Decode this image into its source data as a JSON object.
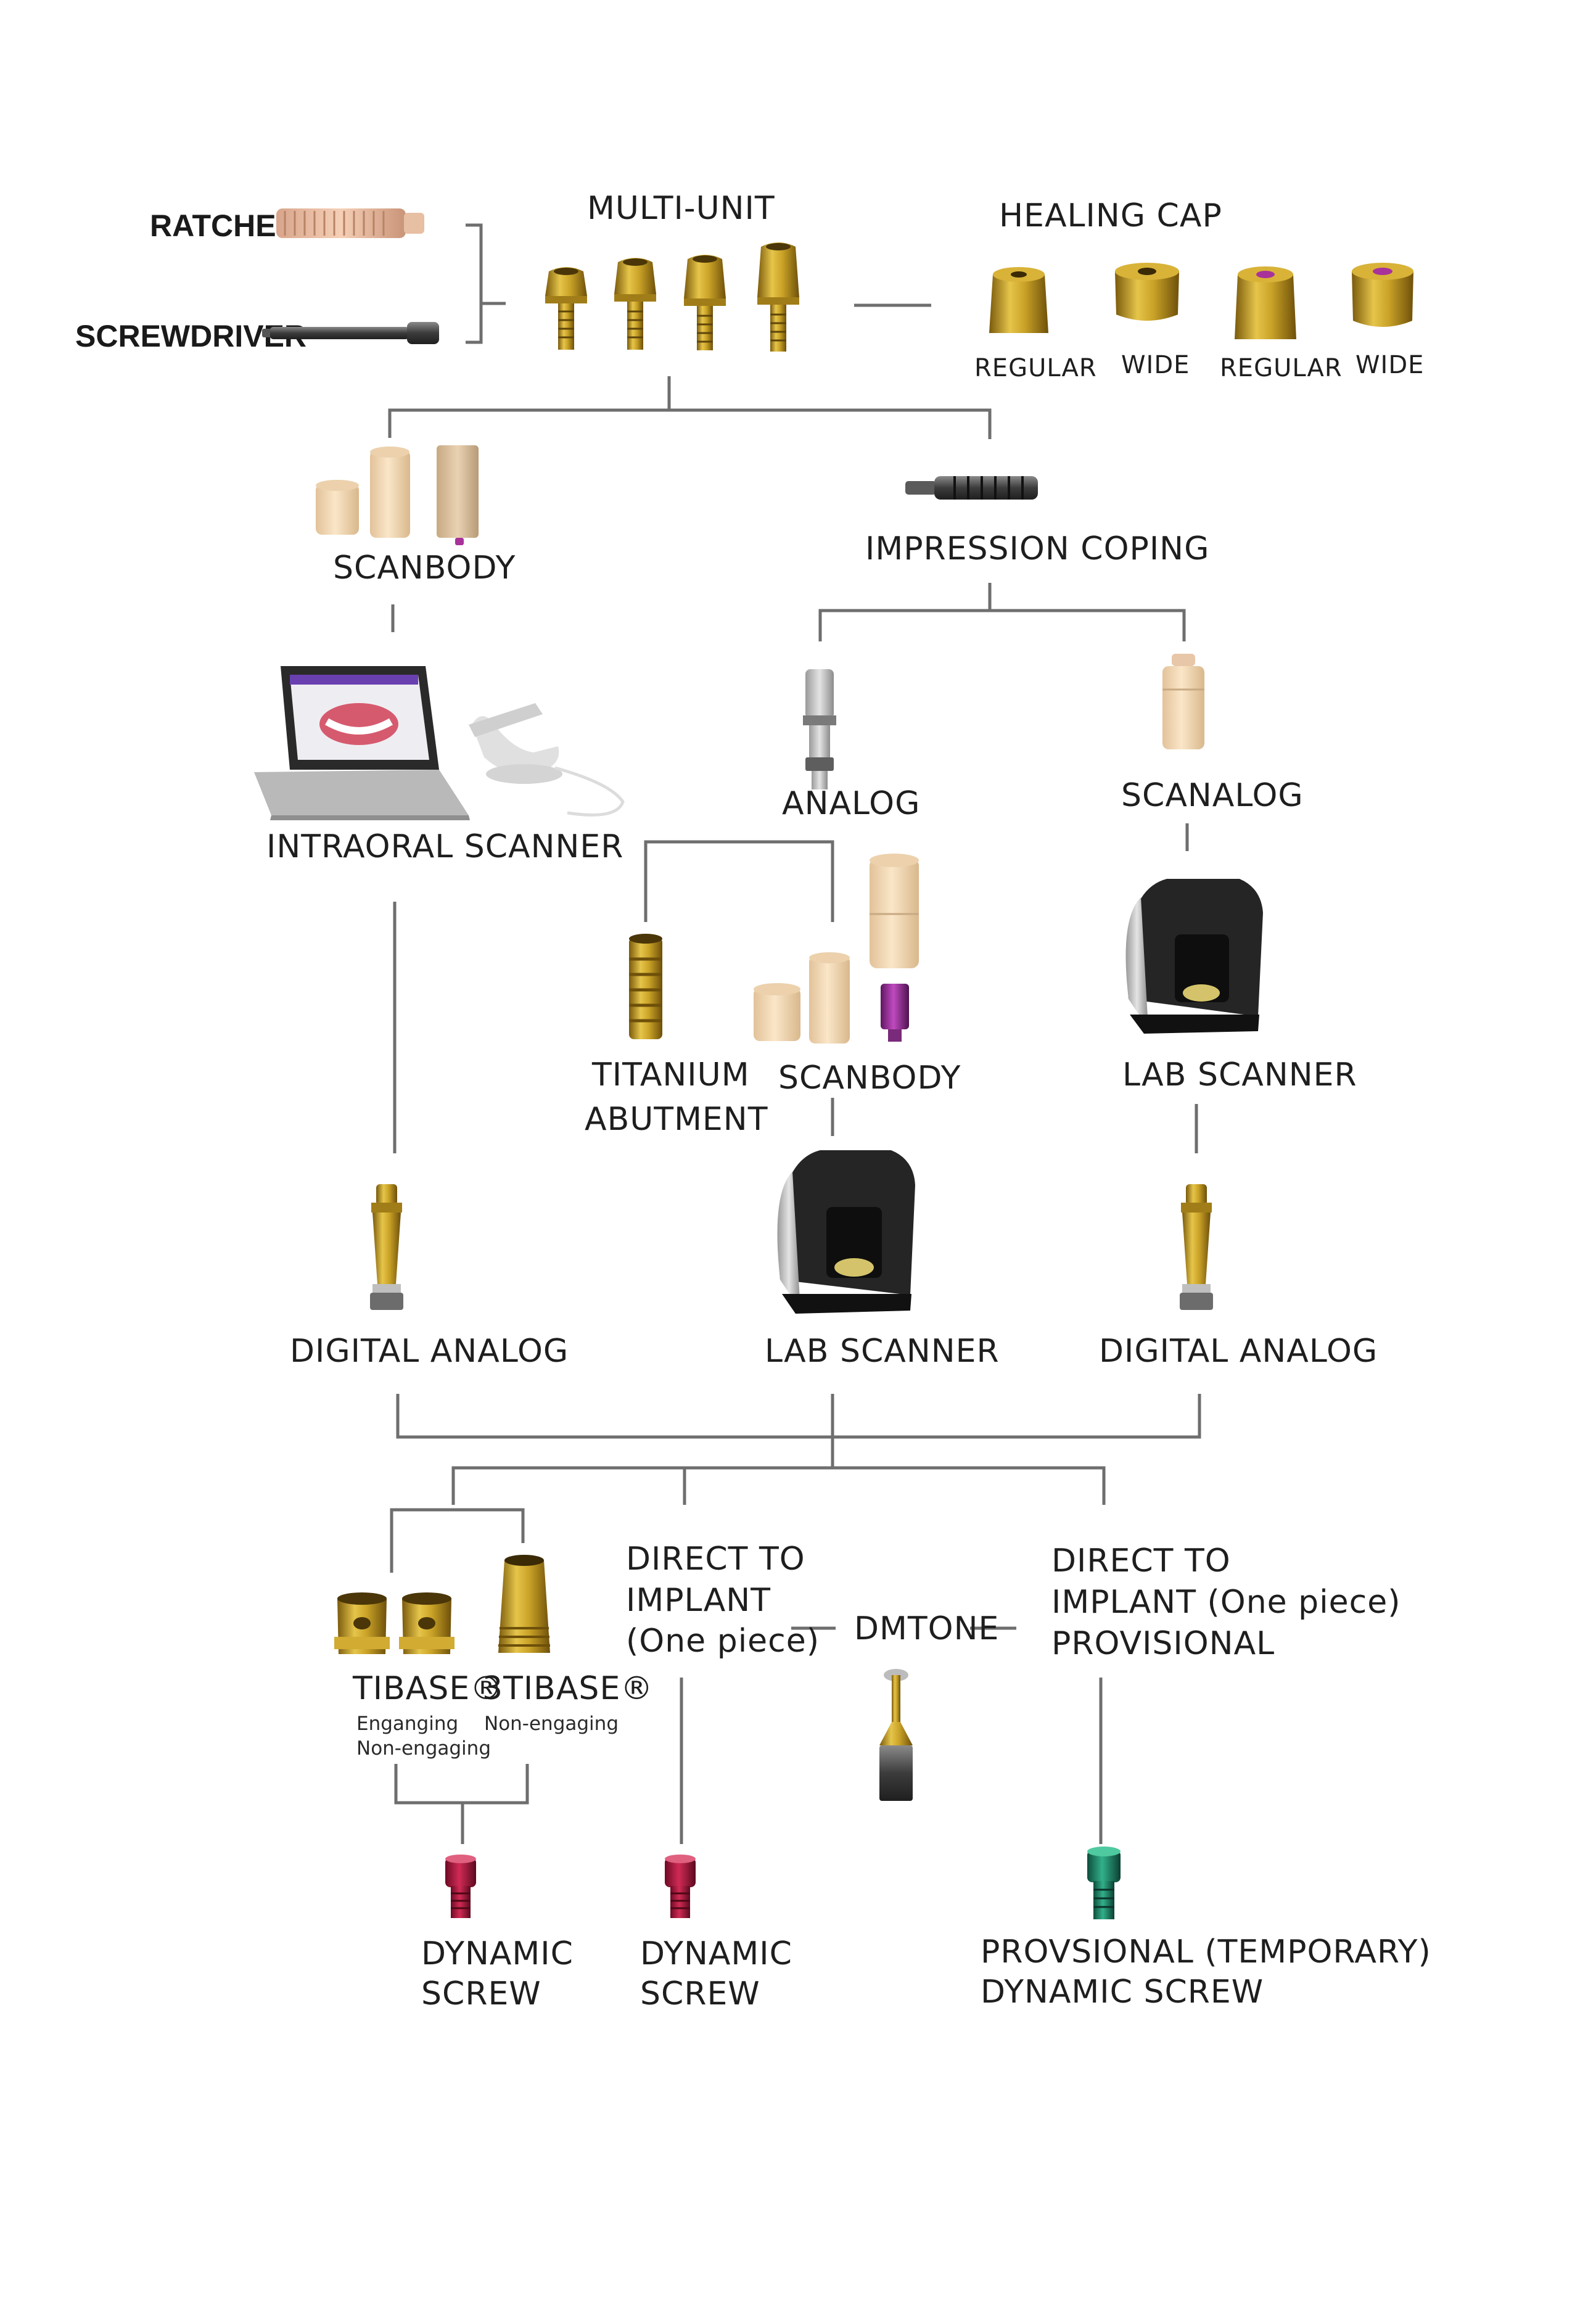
{
  "colors": {
    "gold": "#c9a227",
    "gold_dark": "#8a6a12",
    "peek": "#f0d7b4",
    "magenta": "#a8329a",
    "screw_red": "#b0163e",
    "screw_green": "#1f8a6a",
    "scanner_black": "#222222",
    "scanner_silver": "#cfcfcf",
    "line": "#6e6e6e"
  },
  "top": {
    "ratchet": "RATCHET",
    "screwdriver": "SCREWDRIVER",
    "multi_unit": "MULTI-UNIT",
    "healing_cap": "HEALING CAP",
    "healing_regular_1": "REGULAR",
    "healing_wide_1": "WIDE",
    "healing_regular_2": "REGULAR",
    "healing_wide_2": "WIDE"
  },
  "branch": {
    "scanbody": "SCANBODY",
    "impression_coping": "IMPRESSION COPING",
    "intraoral_scanner": "INTRAORAL SCANNER",
    "analog": "ANALOG",
    "scanalog": "SCANALOG",
    "titanium_abutment_1": "TITANIUM",
    "titanium_abutment_2": "ABUTMENT",
    "scanbody_2": "SCANBODY",
    "lab_scanner_right": "LAB SCANNER",
    "digital_analog_left": "DIGITAL ANALOG",
    "lab_scanner_center": "LAB SCANNER",
    "digital_analog_right": "DIGITAL ANALOG"
  },
  "bottom": {
    "tibase": "TIBASE®",
    "tibase_sub_1": "Enganging",
    "tibase_sub_2": "Non-engaging",
    "tibase3": "3TIBASE®",
    "tibase3_sub": "Non-engaging",
    "direct_1": "DIRECT TO",
    "direct_2": "IMPLANT",
    "direct_3": "(One piece)",
    "dmtone": "DMTONE",
    "prov_1": "DIRECT TO",
    "prov_2": "IMPLANT (One piece)",
    "prov_3": "PROVISIONAL",
    "dyn_screw_1a": "DYNAMIC",
    "dyn_screw_1b": "SCREW",
    "dyn_screw_2a": "DYNAMIC",
    "dyn_screw_2b": "SCREW",
    "prov_screw_a": "PROVSIONAL (TEMPORARY)",
    "prov_screw_b": "DYNAMIC SCREW"
  }
}
